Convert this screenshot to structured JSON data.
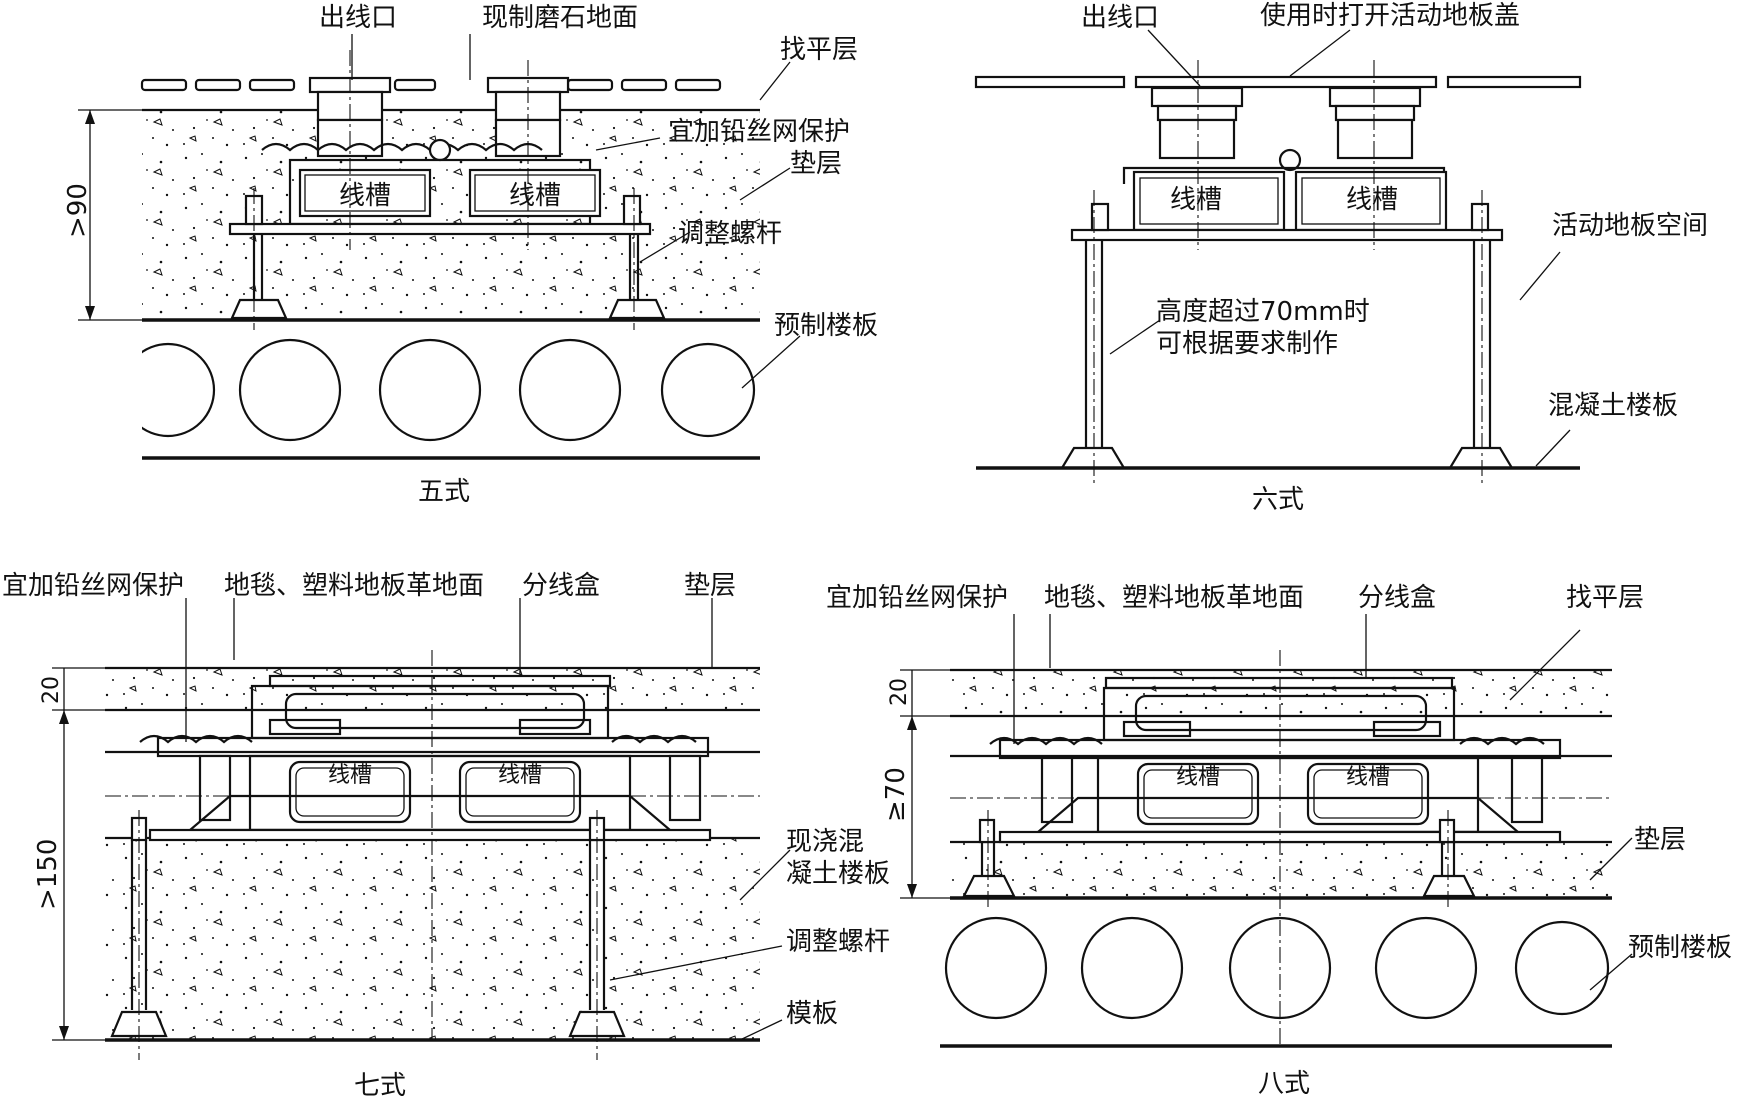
{
  "panels": {
    "five": {
      "caption": "五式",
      "labels": {
        "outlet": "出线口",
        "terrazzo": "现制磨石地面",
        "leveling": "找平层",
        "mesh": "宜加铅丝网保护",
        "cushion": "垫层",
        "screw": "调整螺杆",
        "slab": "预制楼板",
        "trough_left": "线槽",
        "trough_right": "线槽",
        "dim_height": ">90"
      }
    },
    "six": {
      "caption": "六式",
      "labels": {
        "outlet": "出线口",
        "cover": "使用时打开活动地板盖",
        "space": "活动地板空间",
        "note_line1": "高度超过70mm时",
        "note_line2": "可根据要求制作",
        "concrete": "混凝土楼板",
        "trough_left": "线槽",
        "trough_right": "线槽"
      }
    },
    "seven": {
      "caption": "七式",
      "labels": {
        "mesh": "宜加铅丝网保护",
        "carpet": "地毯、塑料地板革地面",
        "junction": "分线盒",
        "cushion": "垫层",
        "cast_line1": "现浇混",
        "cast_line2": "凝土楼板",
        "screw": "调整螺杆",
        "formwork": "模板",
        "trough_left": "线槽",
        "trough_right": "线槽",
        "dim_top": "20",
        "dim_height": ">150"
      }
    },
    "eight": {
      "caption": "八式",
      "labels": {
        "mesh": "宜加铅丝网保护",
        "carpet": "地毯、塑料地板革地面",
        "junction": "分线盒",
        "leveling": "找平层",
        "cushion": "垫层",
        "slab": "预制楼板",
        "trough_left": "线槽",
        "trough_right": "线槽",
        "dim_top": "20",
        "dim_height": "≥70"
      }
    }
  }
}
